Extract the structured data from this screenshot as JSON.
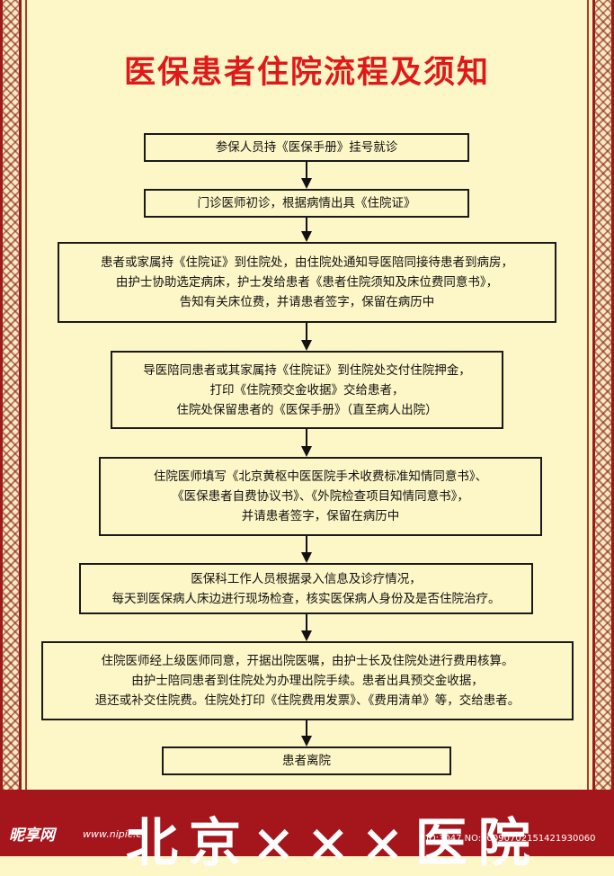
{
  "title": "医保患者住院流程及须知",
  "steps": [
    [
      "参保人员持《医保手册》挂号就诊"
    ],
    [
      "门诊医师初诊，根据病情出具《住院证》"
    ],
    [
      "患者或家属持《住院证》到住院处，由住院处通知导医陪同接待患者到病房，",
      "由护士协助选定病床，护士发给患者《患者住院须知及床位费同意书》，",
      "告知有关床位费，并请患者签字，保留在病历中"
    ],
    [
      "导医陪同患者或其家属持《住院证》到住院处交付住院押金，",
      "打印《住院预交金收据》交给患者，",
      "住院处保留患者的《医保手册》（直至病人出院）"
    ],
    [
      "住院医师填写《北京黄枢中医医院手术收费标准知情同意书》、",
      "《医保患者自费协议书》、《外院检查项目知情同意书》，",
      "并请患者签字，保留在病历中"
    ],
    [
      "医保科工作人员根据录入信息及诊疗情况，",
      "每天到医保病人床边进行现场检查，核实医保病人身份及是否住院治疗。"
    ],
    [
      "住院医师经上级医师同意，开据出院医嘱，由护士长及住院处进行费用核算。",
      "由护士陪同患者到住院处为办理出院手续。患者出具预交金收据，",
      "退还或补交住院费。住院处打印《住院费用发票》、《费用清单》等，交给患者。"
    ],
    [
      "患者离院"
    ]
  ],
  "footer": {
    "hospital_name": "北京×××医院",
    "watermark_logo": "昵享网",
    "watermark_site": "www.nipic.cn",
    "watermark_id": "ID:3047 NO:20090702151421930060"
  }
}
